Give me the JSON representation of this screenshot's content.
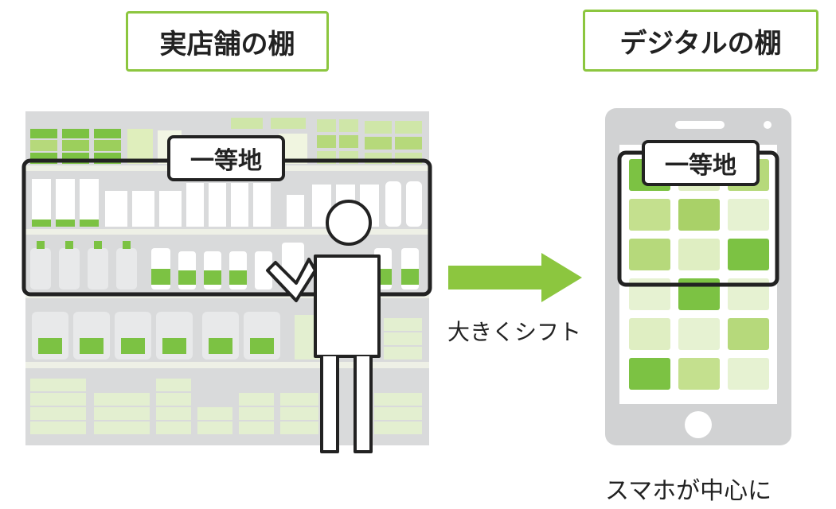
{
  "store": {
    "title": "実店舗の棚",
    "prime_label": "一等地"
  },
  "digital": {
    "title": "デジタルの棚",
    "prime_label": "一等地",
    "caption": "スマホが中心に"
  },
  "arrow": {
    "caption": "大きくシフト"
  },
  "colors": {
    "accent_green": "#8cc63f",
    "bright_green": "#7cc243",
    "shelf_gray": "#d8d9da",
    "light_green": "#cfe6a8",
    "dark_outline": "#222222"
  }
}
